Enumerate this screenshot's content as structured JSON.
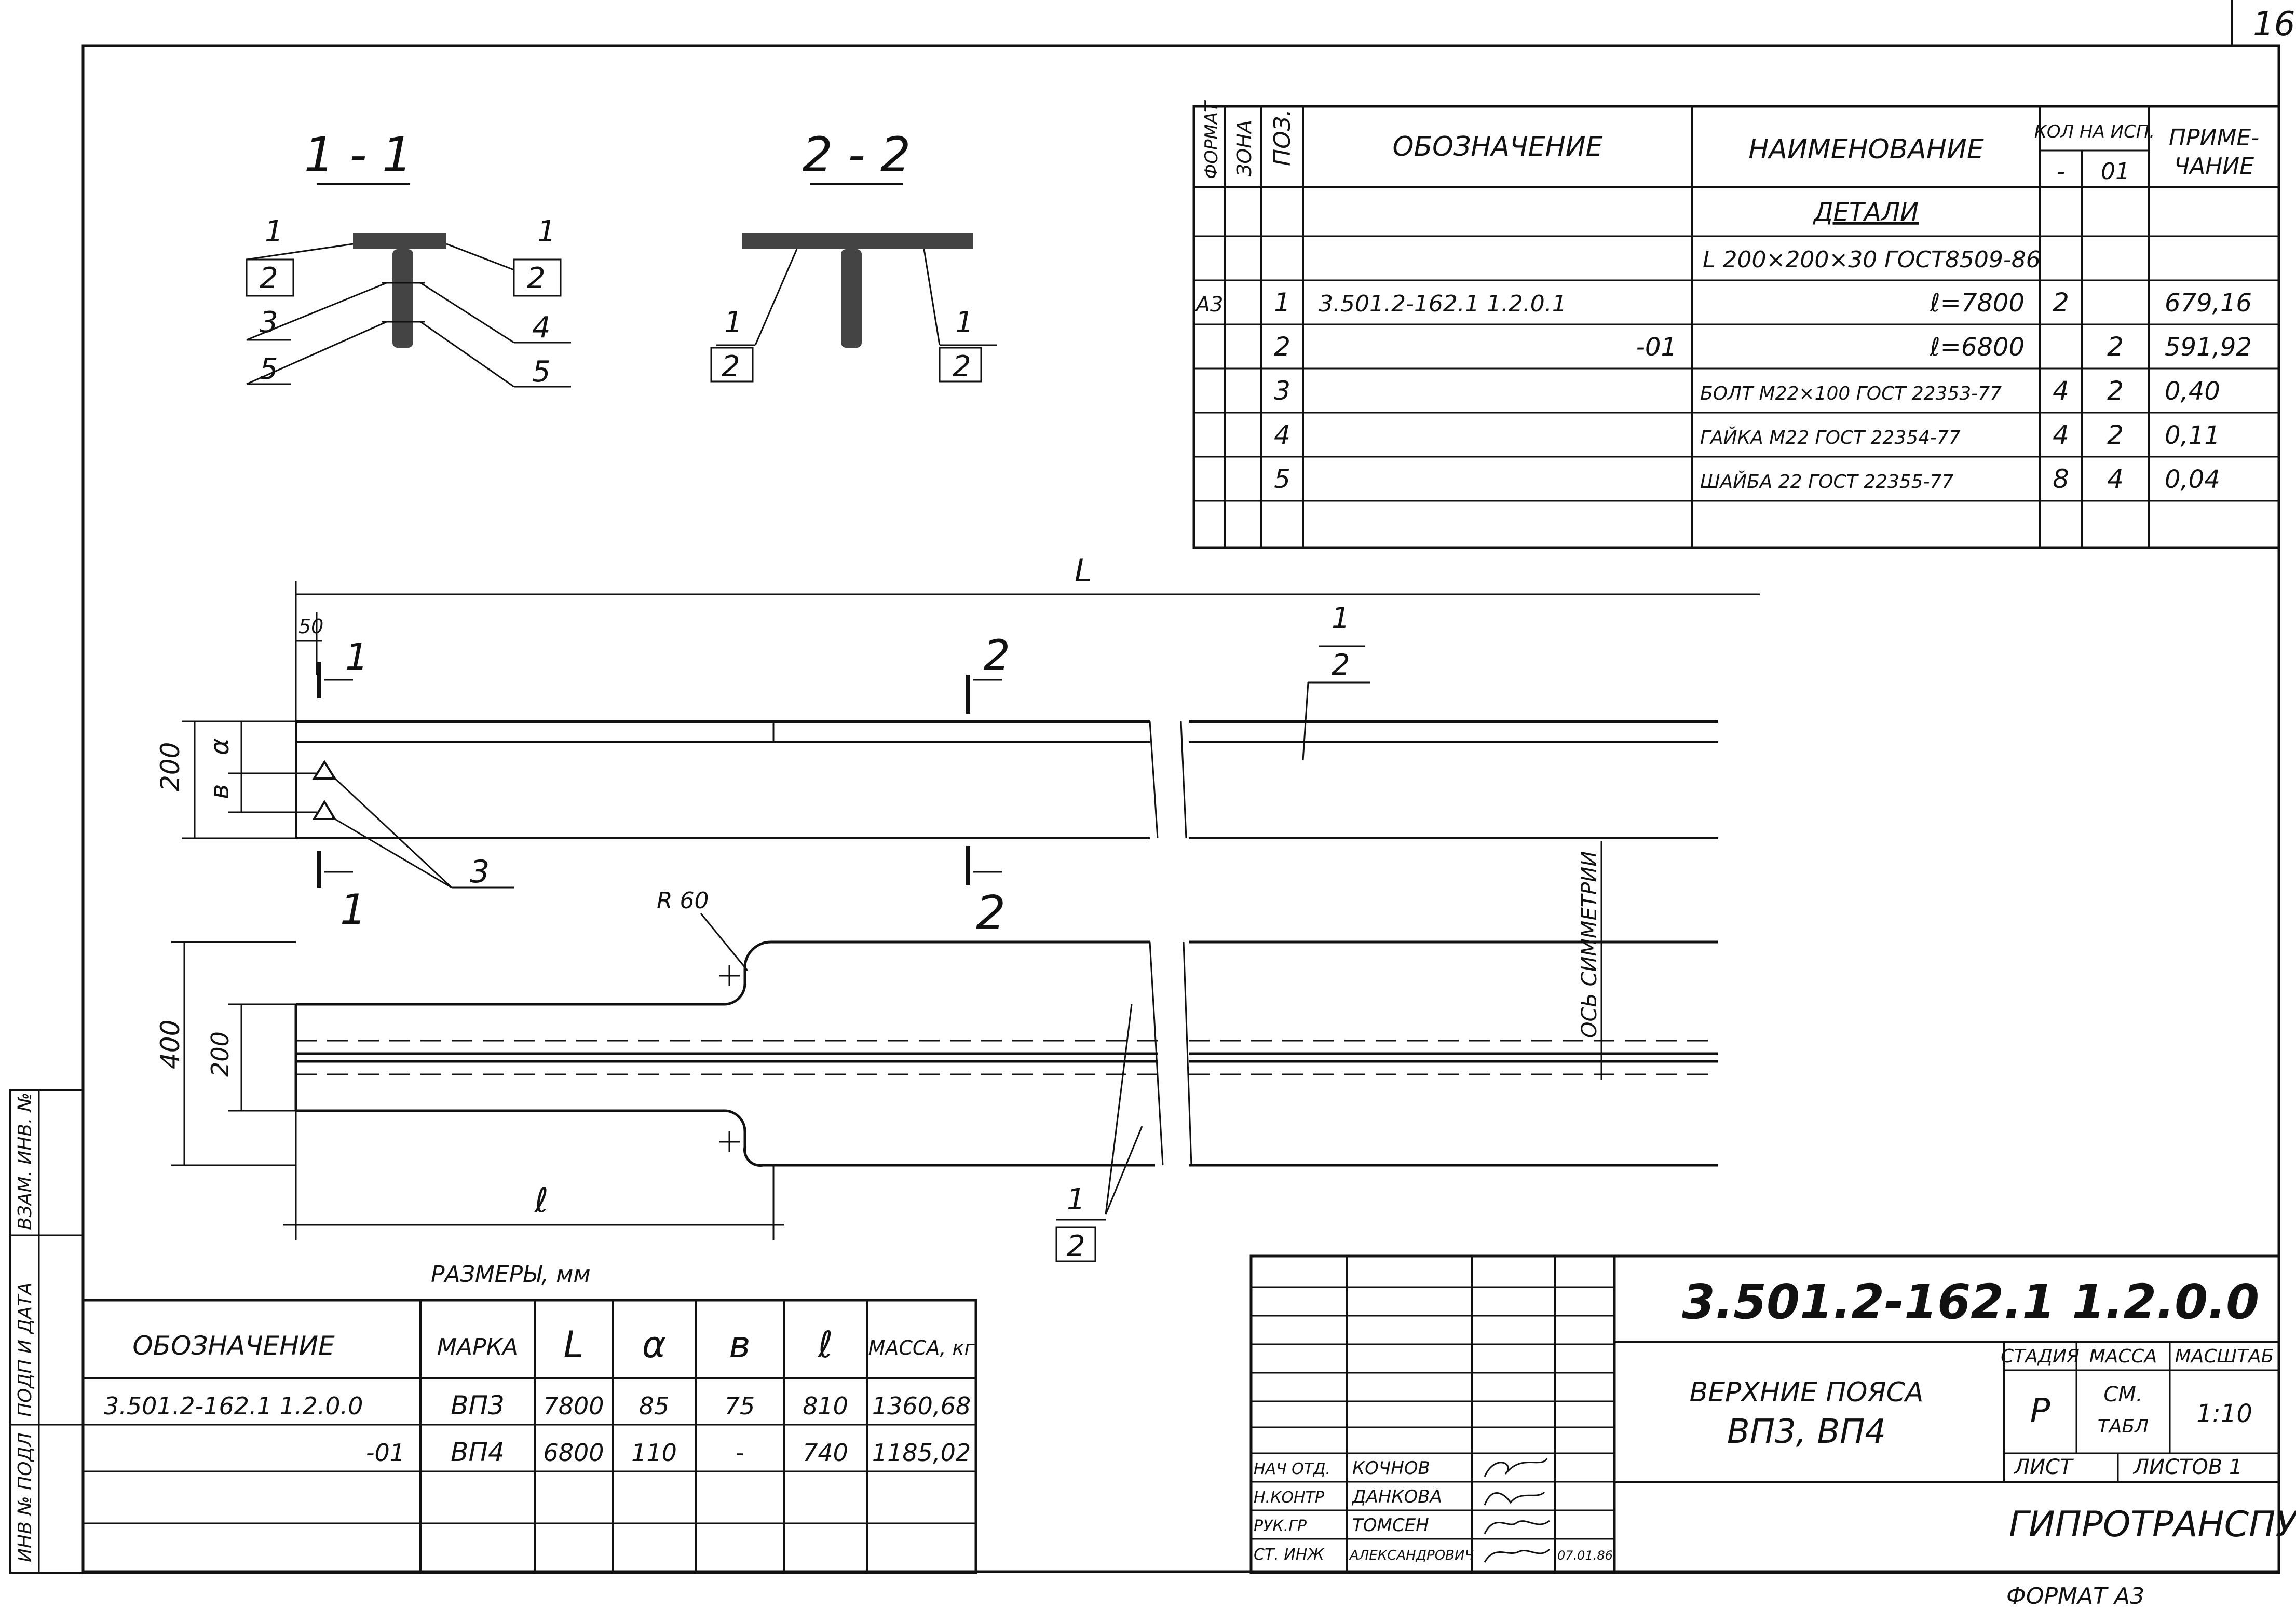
{
  "sheet": {
    "page_number": "16",
    "format_label": "ФОРМАТ А3"
  },
  "sections": {
    "s1": {
      "title": "1 - 1",
      "callouts": [
        "1",
        "2",
        "3",
        "5",
        "1",
        "2",
        "4",
        "5"
      ]
    },
    "s2": {
      "title": "2 - 2",
      "callouts": [
        "1",
        "2",
        "1",
        "2"
      ]
    }
  },
  "spec_table": {
    "headers": {
      "format": "ФОРМАТ",
      "zone": "ЗОНА",
      "pos": "ПОЗ.",
      "designation": "ОБОЗНАЧЕНИЕ",
      "name": "НАИМЕНОВАНИЕ",
      "qty": "КОЛ НА ИСП.",
      "qty_a": "-",
      "qty_b": "01",
      "note_line1": "ПРИМЕ-",
      "note_line2": "ЧАНИЕ"
    },
    "group_title": "ДЕТАЛИ",
    "material": "L 200×200×30 ГОСТ8509-86",
    "rows": [
      {
        "format": "А3",
        "pos": "1",
        "designation": "3.501.2-162.1 1.2.0.1",
        "name": "ℓ=7800",
        "q1": "2",
        "q2": "",
        "note": "679,16"
      },
      {
        "format": "",
        "pos": "2",
        "designation": "-01",
        "name": "ℓ=6800",
        "q1": "",
        "q2": "2",
        "note": "591,92"
      },
      {
        "format": "",
        "pos": "3",
        "designation": "",
        "name": "БОЛТ М22×100 ГОСТ 22353-77",
        "q1": "4",
        "q2": "2",
        "note": "0,40"
      },
      {
        "format": "",
        "pos": "4",
        "designation": "",
        "name": "ГАЙКА М22 ГОСТ 22354-77",
        "q1": "4",
        "q2": "2",
        "note": "0,11"
      },
      {
        "format": "",
        "pos": "5",
        "designation": "",
        "name": "ШАЙБА 22 ГОСТ 22355-77",
        "q1": "8",
        "q2": "4",
        "note": "0,04"
      }
    ]
  },
  "drawing": {
    "dim_L": "L",
    "dim_50": "50",
    "dim_200": "200",
    "dim_a": "α",
    "dim_b": "в",
    "dim_400": "400",
    "dim_200b": "200",
    "dim_l": "ℓ",
    "radius": "R 60",
    "axis_label": "ОСЬ СИММЕТРИИ",
    "cut1": "1",
    "cut2": "2",
    "leader_3": "3",
    "leader_top_1": "1",
    "leader_top_2": "2",
    "leader_bot_1": "1",
    "leader_bot_2": "2"
  },
  "sizes_table": {
    "caption": "РАЗМЕРЫ, мм",
    "headers": [
      "ОБОЗНАЧЕНИЕ",
      "МАРКА",
      "L",
      "α",
      "в",
      "ℓ",
      "МАССА, кг"
    ],
    "rows": [
      [
        "3.501.2-162.1 1.2.0.0",
        "ВП3",
        "7800",
        "85",
        "75",
        "810",
        "1360,68"
      ],
      [
        "-01",
        "ВП4",
        "6800",
        "110",
        "-",
        "740",
        "1185,02"
      ]
    ]
  },
  "side_stamp": [
    "ВЗАМ. ИНВ. №",
    "ПОДП И ДАТА",
    "ИНВ № ПОДЛ"
  ],
  "title_block": {
    "doc_number": "3.501.2-162.1  1.2.0.0",
    "title_line1": "ВЕРХНИЕ ПОЯСА",
    "title_line2": "ВП3, ВП4",
    "stage_label": "СТАДИЯ",
    "mass_label": "МАССА",
    "scale_label": "МАСШТАБ",
    "stage": "Р",
    "mass_line1": "СМ.",
    "mass_line2": "ТАБЛ",
    "scale": "1:10",
    "sheet_label": "ЛИСТ",
    "sheets_label": "ЛИСТОВ 1",
    "org": "ГИПРОТРАНСПУТЬ",
    "signers": [
      {
        "role": "НАЧ ОТД.",
        "name": "КОЧНОВ",
        "date": ""
      },
      {
        "role": "Н.КОНТР",
        "name": "ДАНКОВА",
        "date": ""
      },
      {
        "role": "РУК.ГР",
        "name": "ТОМСЕН",
        "date": ""
      },
      {
        "role": "СТ. ИНЖ",
        "name": "АЛЕКСАНДРОВИЧ",
        "date": "07.01.86"
      }
    ]
  }
}
